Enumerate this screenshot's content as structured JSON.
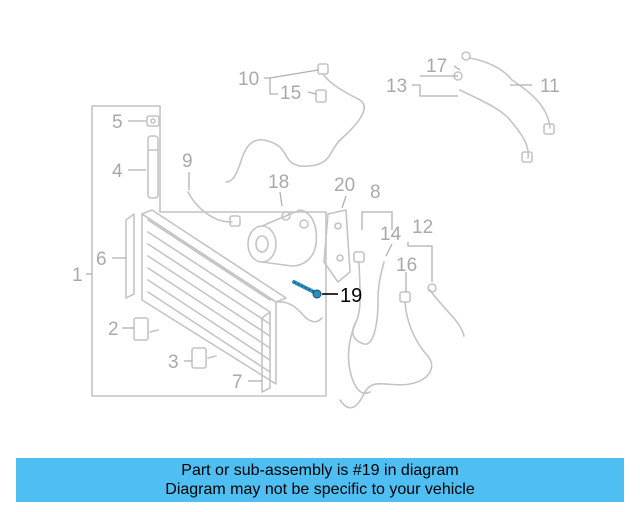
{
  "diagram": {
    "callouts": {
      "c1": "1",
      "c2": "2",
      "c3": "3",
      "c4": "4",
      "c5": "5",
      "c6": "6",
      "c7": "7",
      "c8": "8",
      "c9": "9",
      "c10": "10",
      "c11": "11",
      "c12": "12",
      "c13": "13",
      "c14": "14",
      "c15": "15",
      "c16": "16",
      "c17": "17",
      "c18": "18",
      "c19": "19",
      "c20": "20"
    },
    "highlight_part": "19",
    "highlight_color": "#000000",
    "part_color": "#c4c4c4",
    "bolt_color": "#2e8fbf"
  },
  "banner": {
    "line1": "Part or sub-assembly is #19 in diagram",
    "line2": "Diagram may not be specific to your vehicle",
    "background": "#4fbef2"
  }
}
